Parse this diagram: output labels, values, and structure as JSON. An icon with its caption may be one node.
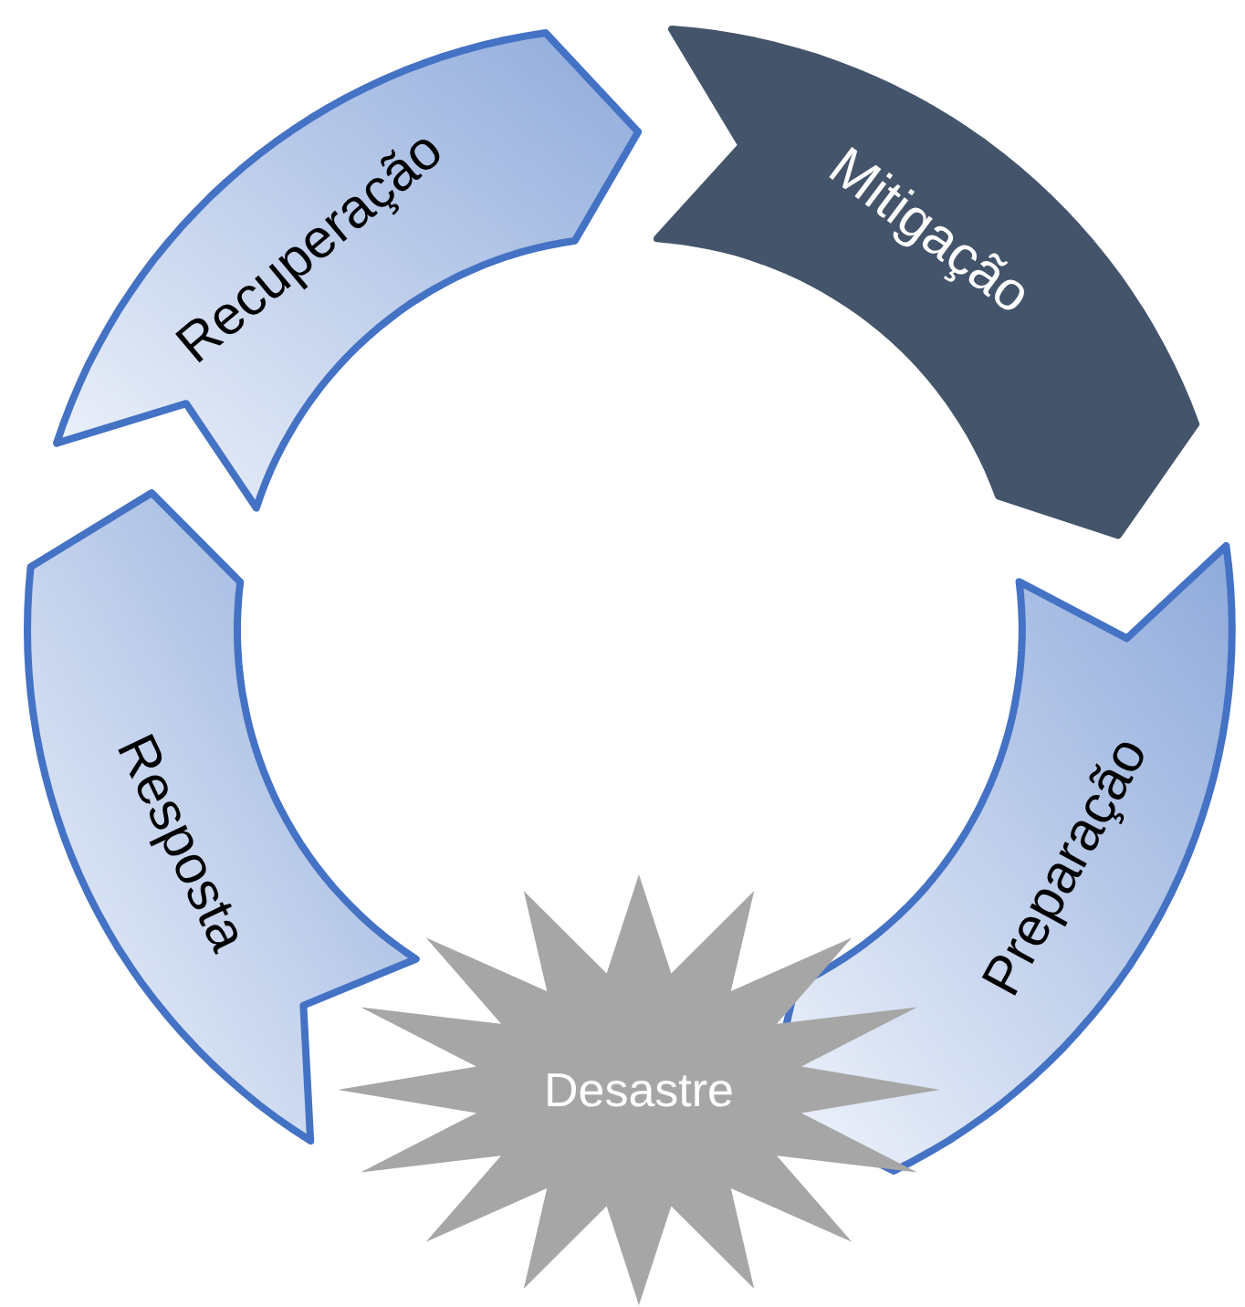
{
  "diagram": {
    "nodes": [
      {
        "text": [
          "Mitigação"
        ]
      },
      {
        "text": [
          "Preparação"
        ]
      },
      {
        "text": [
          "Desastre"
        ]
      },
      {
        "text": [
          "Resposta"
        ]
      },
      {
        "text": [
          "Recuperação"
        ]
      }
    ]
  }
}
